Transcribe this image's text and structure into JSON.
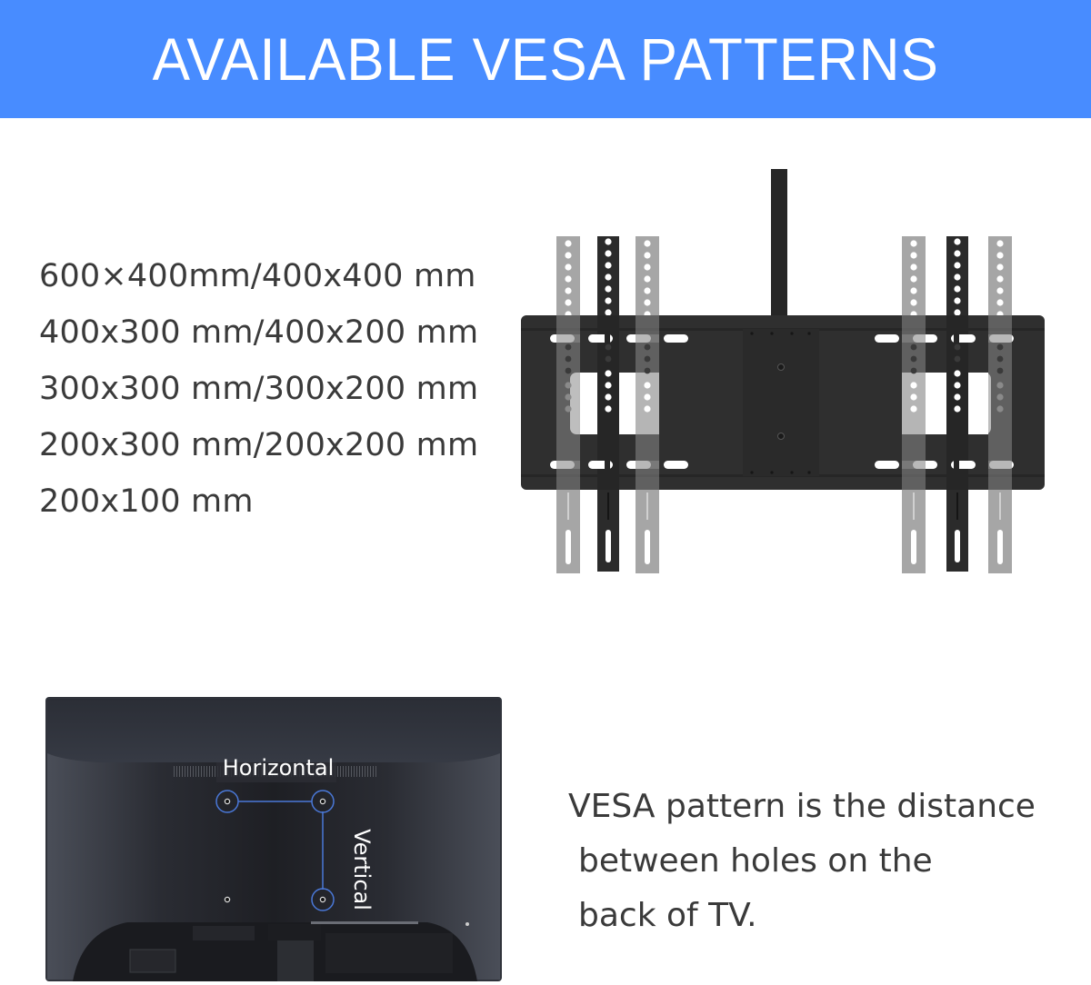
{
  "banner": {
    "title": "AVAILABLE VESA PATTERNS",
    "background": "#488cff",
    "text_color": "#ffffff"
  },
  "patterns": [
    "600×400mm/400x400 mm",
    "400x300 mm/400x200 mm",
    "300x300 mm/300x200 mm",
    "200x300 mm/200x200 mm",
    "200x100 mm"
  ],
  "mount_image": {
    "icon": "ceiling-tv-mount-bracket-icon",
    "plate_color": "#2f2f2f",
    "arm_dark_color": "#2b2b2b",
    "arm_light_color": "#a6a6a6"
  },
  "monitor_image": {
    "icon": "monitor-back-icon",
    "horizontal_label": "Horizontal",
    "vertical_label": "Vertical",
    "line_color": "#4a78d8"
  },
  "explanation": {
    "line1": "VESA pattern is the distance",
    "line2": "between holes on the",
    "line3": "back of TV."
  }
}
